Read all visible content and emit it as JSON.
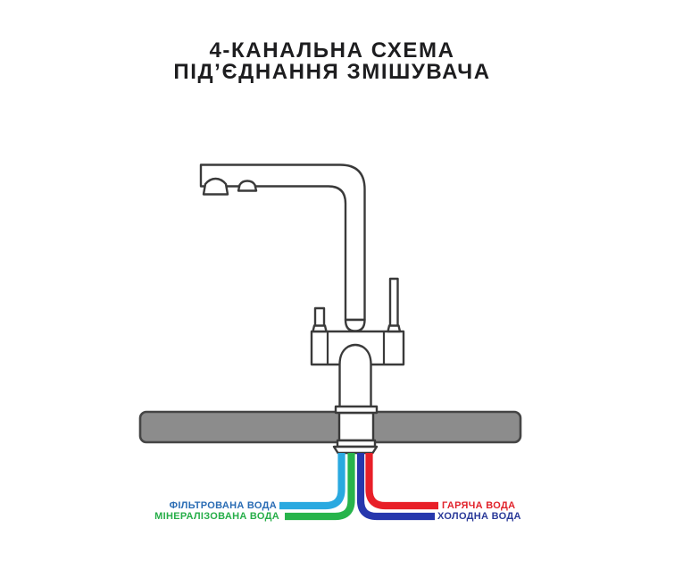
{
  "title": {
    "line1": "4-КАНАЛЬНА СХЕМА",
    "line2": "ПІД’ЄДНАННЯ ЗМІШУВАЧА"
  },
  "legend": {
    "filtered": {
      "label": "ФІЛЬТРОВАНА ВОДА",
      "tube": "#2aa9e0",
      "text": "#2a6cb4"
    },
    "mineralized": {
      "label": "МІНЕРАЛІЗОВАНА ВОДА",
      "tube": "#27b44b",
      "text": "#27ae49"
    },
    "hot": {
      "label": "ГАРЯЧА ВОДА",
      "tube": "#e81f28",
      "text": "#e1232b"
    },
    "cold": {
      "label": "ХОЛОДНА ВОДА",
      "tube": "#2637ad",
      "text": "#2b3a99"
    }
  },
  "diagram": {
    "background": "#ffffff",
    "title": "#1d1d1f",
    "outline": "#3a3a3a",
    "countertop": "#8c8c8c",
    "countertop-border": "#454545"
  }
}
